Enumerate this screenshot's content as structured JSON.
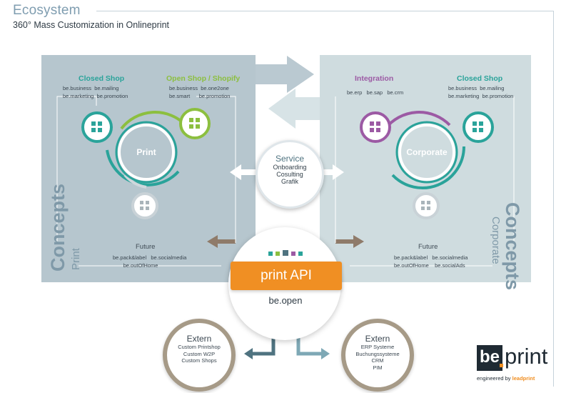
{
  "header": {
    "title": "Ecosystem",
    "subtitle": "360° Mass Customization in Onlineprint"
  },
  "left": {
    "closed_shop": {
      "title": "Closed Shop",
      "items": [
        "be.business",
        "be.mailing",
        "be.marketing",
        "be.promotion"
      ]
    },
    "open_shop": {
      "title": "Open Shop / Shopify",
      "items": [
        "be.business",
        "be.one2one",
        "be.smart",
        "be.promotion"
      ]
    },
    "center": "Print",
    "future": {
      "title": "Future",
      "items": [
        "be.pack&label",
        "be.socialmedia",
        "be.outOfHome"
      ]
    },
    "vertical_title": "Concepts",
    "vertical_sub": "Print"
  },
  "right": {
    "integration": {
      "title": "Integration",
      "items": [
        "be.erp",
        "be.sap",
        "be.crm"
      ]
    },
    "closed_shop": {
      "title": "Closed Shop",
      "items": [
        "be.business",
        "be.mailing",
        "be.marketing",
        "be.promotion"
      ]
    },
    "center": "Corporate",
    "future": {
      "title": "Future",
      "items": [
        "be.pack&label",
        "be.socialmedia",
        "be.outOfHome",
        "be.socialAds"
      ]
    },
    "vertical_title": "Concepts",
    "vertical_sub": "Corporate"
  },
  "service": {
    "title": "Service",
    "items": [
      "Onboarding",
      "Cosulting",
      "Grafik"
    ]
  },
  "api": {
    "label": "print API",
    "sub": "be.open"
  },
  "extern_left": {
    "title": "Extern",
    "items": [
      "Custom Printshop",
      "Custom W2P",
      "Custom Shops"
    ]
  },
  "extern_right": {
    "title": "Extern",
    "items": [
      "ERP Systeme",
      "Buchungssysteme",
      "CRM",
      "PIM"
    ]
  },
  "logo": {
    "be": "be",
    "print": "print",
    "engineered": "engineered by",
    "brand": "leadprint"
  },
  "colors": {
    "green": "#8cbf3f",
    "teal": "#2aa39a",
    "purple": "#9c5aa4",
    "orange": "#f08f23",
    "brown": "#8f7b6a",
    "panel_left": "#b6c6ce",
    "panel_right": "#cfdcdf"
  }
}
